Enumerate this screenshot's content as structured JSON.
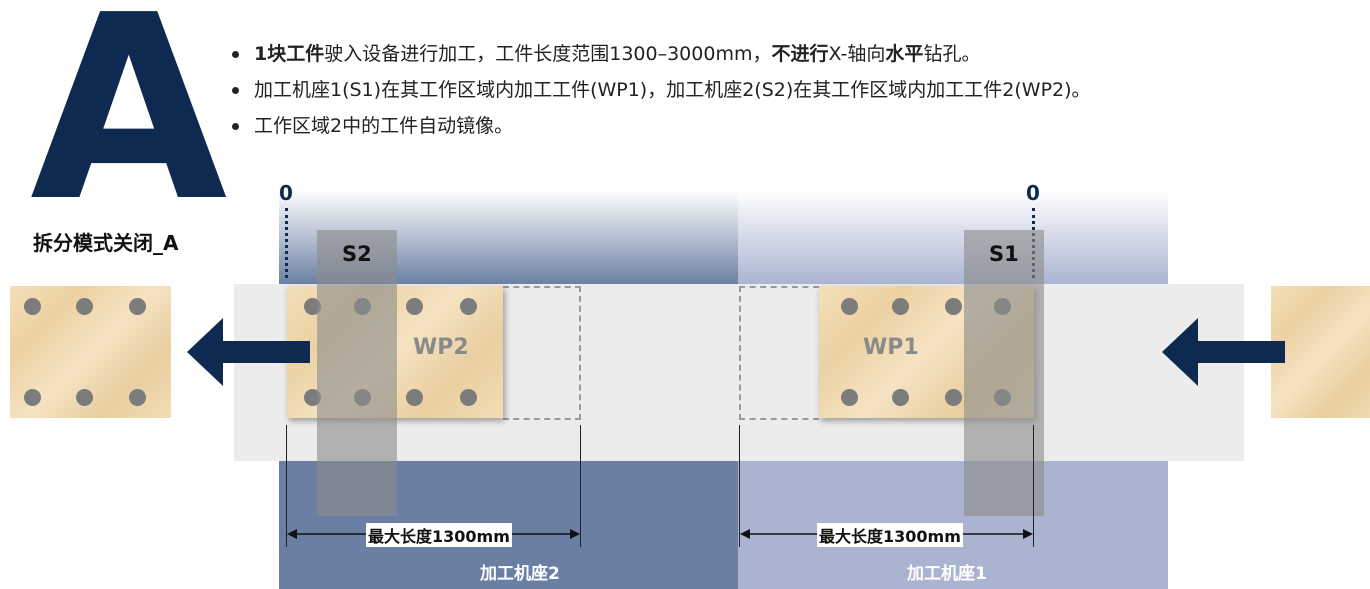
{
  "header": {
    "big_letter": "A",
    "mode_title": "拆分模式关闭_A"
  },
  "bullets": [
    {
      "parts": [
        {
          "text": "1块工件",
          "bold": true
        },
        {
          "text": "驶入设备进行加工，工件长度范围1300–3000mm，",
          "bold": false
        },
        {
          "text": "不进行",
          "bold": true
        },
        {
          "text": "X-轴向",
          "bold": false
        },
        {
          "text": "水平",
          "bold": true
        },
        {
          "text": "钻孔。",
          "bold": false
        }
      ]
    },
    {
      "parts": [
        {
          "text": "加工机座1(S1)在其工作区域内加工工件(WP1)，加工机座2(S2)在其工作区域内加工工件2(WP2)。",
          "bold": false
        }
      ]
    },
    {
      "parts": [
        {
          "text": "工作区域2中的工件自动镜像。",
          "bold": false
        }
      ]
    }
  ],
  "diagram": {
    "zero_left": "0",
    "zero_right": "0",
    "station_s2": "S2",
    "station_s1": "S1",
    "wp2_label": "WP2",
    "wp1_label": "WP1",
    "dim_left": "最大长度1300mm",
    "dim_right": "最大长度1300mm",
    "base_left": "加工机座2",
    "base_right": "加工机座1",
    "colors": {
      "navy": "#0f2a50",
      "base_left": "#6a7fa3",
      "base_right": "#aab4d0",
      "table": "#ececec",
      "station": "#8c8c8c"
    },
    "icons": [
      "arrow-left-icon",
      "arrow-left-icon"
    ]
  }
}
